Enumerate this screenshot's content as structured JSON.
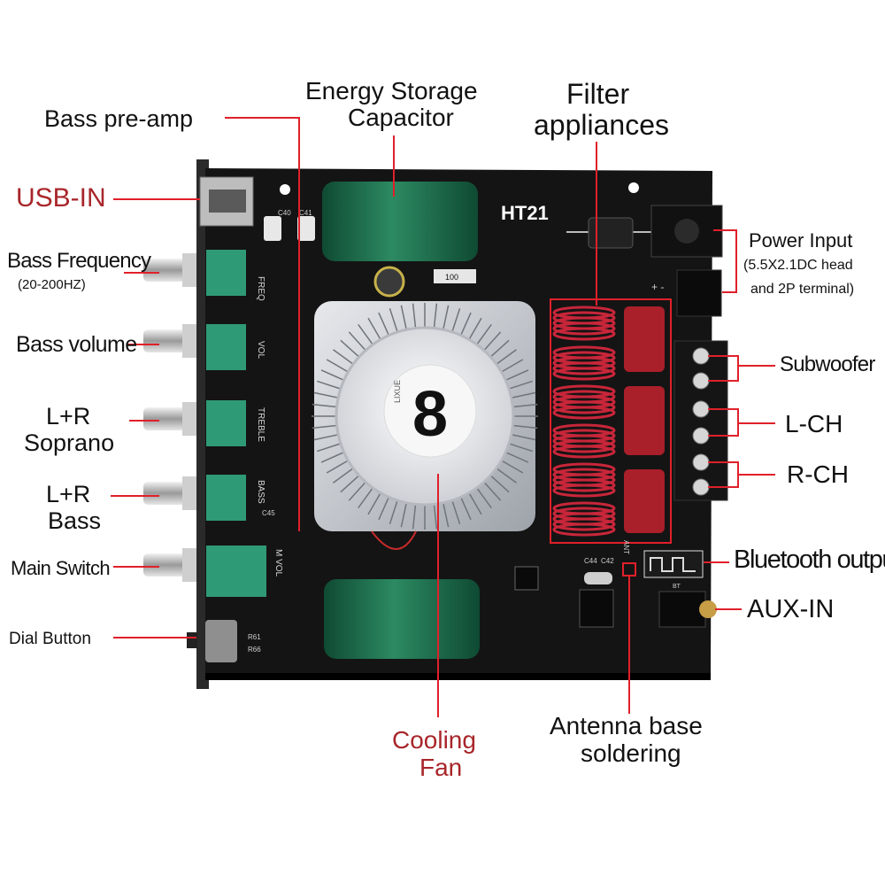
{
  "board": {
    "model": "HT21",
    "fan_brand": "LIXUE",
    "silkscreen": {
      "freq": "FREQ",
      "vol": "VOL",
      "treble": "TREBLE",
      "bass": "BASS",
      "mvol": "M VOL",
      "ant": "ANT",
      "bt": "BT",
      "r100": "100",
      "c40": "C40",
      "c41": "C41",
      "c44": "C44",
      "c42": "C42",
      "c45": "C45",
      "r61": "R61",
      "r66": "R66",
      "plus": "+ -"
    }
  },
  "labels": {
    "bass_preamp": "Bass pre-amp",
    "usb_in": "USB-IN",
    "bass_frequency": "Bass Frequency",
    "bass_frequency_range": "(20-200HZ)",
    "bass_volume": "Bass volume",
    "lr_soprano_1": "L+R",
    "lr_soprano_2": "Soprano",
    "lr_bass_1": "L+R",
    "lr_bass_2": "Bass",
    "main_switch": "Main Switch",
    "dial_button": "Dial Button",
    "energy_storage_1": "Energy Storage",
    "energy_storage_2": "Capacitor",
    "filter_1": "Filter",
    "filter_2": "appliances",
    "power_input": "Power Input",
    "power_input_sub1": "(5.5X2.1DC head",
    "power_input_sub2": "and 2P terminal)",
    "subwoofer": "Subwoofer",
    "l_ch": "L-CH",
    "r_ch": "R-CH",
    "bluetooth_output": "Bluetooth output",
    "aux_in": "AUX-IN",
    "antenna_1": "Antenna base",
    "antenna_2": "soldering",
    "cooling_1": "Cooling",
    "cooling_2": "Fan"
  },
  "colors": {
    "label_text": "#111111",
    "label_red": "#a8262a",
    "leader_line": "#e0202a",
    "board": "#141414",
    "capacitor": "#1f6b4d",
    "terminal_green": "#2f9a76",
    "inductor": "#c8263a",
    "film_cap": "#a91f2a"
  }
}
